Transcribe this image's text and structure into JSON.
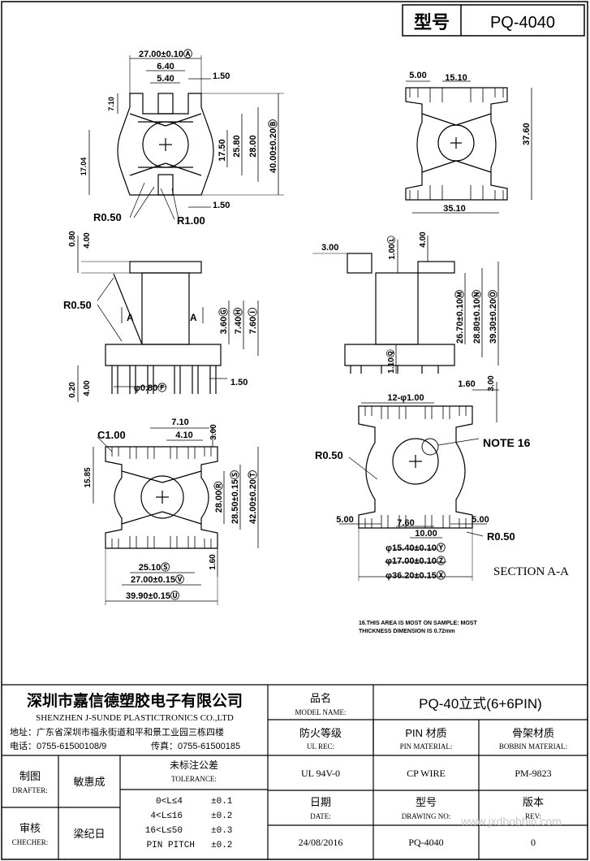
{
  "header": {
    "model_label": "型号",
    "model_value": "PQ-4040"
  },
  "views": {
    "top_left": {
      "dims": [
        "27.00±0.10Ⓐ",
        "6.40",
        "5.40",
        "1.50",
        "7.10",
        "17.04",
        "17.50",
        "25.80",
        "28.00",
        "40.00±0.20Ⓑ",
        "1.50"
      ],
      "callouts": [
        "R0.50",
        "R1.00"
      ]
    },
    "top_right": {
      "dims": [
        "5.00",
        "15.10",
        "37.60",
        "35.10"
      ]
    },
    "side_left": {
      "dims": [
        "0.80",
        "4.00",
        "3.60Ⓖ",
        "7.40Ⓗ",
        "7.60Ⓘ",
        "0.20",
        "4.00",
        "1.50"
      ],
      "callouts": [
        "R0.50",
        "A",
        "A"
      ],
      "pin_dia": "φ0.80Ⓕ"
    },
    "side_right": {
      "dims": [
        "3.00",
        "1.00Ⓛ",
        "4.00",
        "26.70±0.10Ⓜ",
        "28.80±0.10Ⓝ",
        "39.30±0.20Ⓞ",
        "1.10Ⓠ"
      ]
    },
    "bottom_left": {
      "dims": [
        "C1.00",
        "7.10",
        "4.10",
        "3.00",
        "15.85",
        "28.00Ⓡ",
        "28.50±0.15Ⓢ",
        "42.00±0.20Ⓣ",
        "1.60",
        "25.10Ⓢ",
        "27.00±0.15Ⓥ",
        "39.90±0.15Ⓤ"
      ]
    },
    "section": {
      "dims": [
        "12-φ1.00",
        "1.60",
        "3.00",
        "5.00",
        "7.60",
        "10.00",
        "5.00",
        "φ15.40±0.10Ⓨ",
        "φ17.00±0.10Ⓩ",
        "φ36.20±0.15Ⓧ"
      ],
      "callouts": [
        "R0.50",
        "NOTE 16",
        "R0.50"
      ],
      "title": "SECTION A-A",
      "note_line1": "16.THIS AREA IS MOST ON SAMPLE: MOST",
      "note_line2": "THICKNESS DIMENSION IS 0.72mm"
    }
  },
  "title_block": {
    "company_cn": "深圳市嘉信德塑胶电子有限公司",
    "company_en": "SHENZHEN J-SUNDE PLASTICTRONICS CO.,LTD",
    "address": "地址：广东省深圳市福永街道和平和景工业园三栋四楼",
    "tel": "电话：0755-61500108/9",
    "fax": "传真：0755-61500185",
    "model_name_cn": "品名",
    "model_name_en": "MODEL NAME:",
    "model_name_value": "PQ-40立式(6+6PIN)",
    "ul_cn": "防火等级",
    "ul_en": "UL REC:",
    "pin_mat_cn": "PIN 材质",
    "pin_mat_en": "PIN MATERIAL:",
    "bobbin_mat_cn": "骨架材质",
    "bobbin_mat_en": "BOBBIN MATERIAL:",
    "ul_value": "UL 94V-0",
    "pin_value": "CP WIRE",
    "bobbin_value": "PM-9823",
    "drafter_cn": "制图",
    "drafter_en": "DRAFTER:",
    "drafter_name": "敏惠成",
    "tol_cn": "未标注公差",
    "tol_en": "TOLERANCE:",
    "tol_rows": [
      {
        "range": "0<L≤4",
        "val": "±0.1"
      },
      {
        "range": "4<L≤16",
        "val": "±0.2"
      },
      {
        "range": "16<L≤50",
        "val": "±0.3"
      },
      {
        "range": "PIN PITCH",
        "val": "±0.2"
      }
    ],
    "checker_cn": "审核",
    "checker_en": "CHECHER:",
    "checker_name": "梁纪日",
    "date_cn": "日期",
    "date_en": "DATE:",
    "date_value": "24/08/2016",
    "drawing_cn": "型号",
    "drawing_en": "DRAWING NO:",
    "drawing_value": "PQ-4040",
    "rev_cn": "版本",
    "rev_en": "REV:",
    "rev_value": "0",
    "watermark": "www.jxdbobbin.com"
  }
}
